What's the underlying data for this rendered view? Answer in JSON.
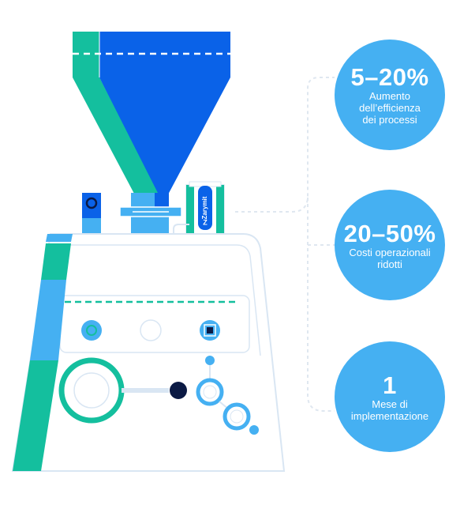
{
  "brand": {
    "logo_text": "Zarymit",
    "colors": {
      "primary_blue": "#0a62e8",
      "light_blue": "#45b0f2",
      "teal": "#14bf9e",
      "navy": "#0b1a44",
      "outline": "#d9e6f3"
    }
  },
  "stats": [
    {
      "value": "5–20%",
      "label_lines": [
        "Aumento",
        "dell’efficienza",
        "dei processi"
      ]
    },
    {
      "value": "20–50%",
      "label_lines": [
        "Costi operazionali",
        "ridotti"
      ]
    },
    {
      "value": "1",
      "label_lines": [
        "Mese di",
        "implementazione"
      ]
    }
  ]
}
